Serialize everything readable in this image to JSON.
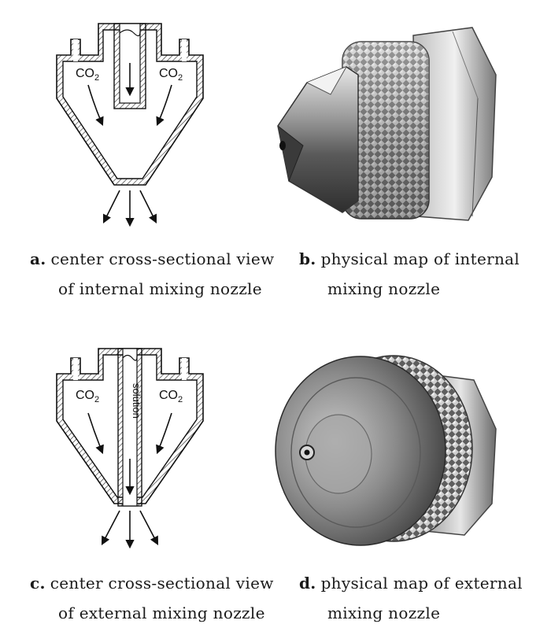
{
  "panels": {
    "a": {
      "letter": "a.",
      "caption_line1": "center cross-sectional view",
      "caption_line2": "of internal mixing nozzle",
      "gas_label_left": "CO",
      "gas_label_right": "CO",
      "gas_subscript": "2"
    },
    "b": {
      "letter": "b.",
      "caption_line1": "physical map of internal",
      "caption_line2": "mixing nozzle"
    },
    "c": {
      "letter": "c.",
      "caption_line1": "center cross-sectional view",
      "caption_line2": "of external mixing nozzle",
      "gas_label_left": "CO",
      "gas_label_right": "CO",
      "gas_subscript": "2",
      "tube_label": "solution"
    },
    "d": {
      "letter": "d.",
      "caption_line1": "physical map of external",
      "caption_line2": "mixing nozzle"
    }
  }
}
